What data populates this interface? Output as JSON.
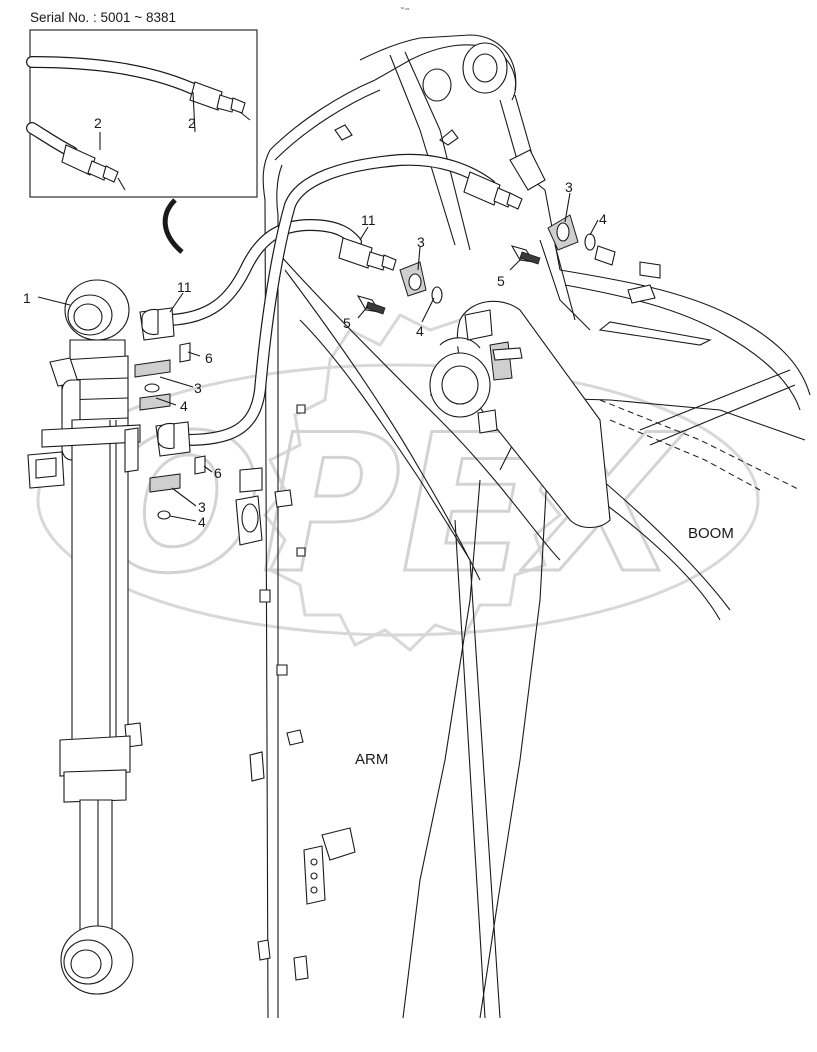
{
  "inset": {
    "serial_label": "Serial No. : 5001 ~ 8381",
    "callouts": [
      "2",
      "2"
    ]
  },
  "callouts": {
    "p1": "1",
    "p11_top": "11",
    "p11_left": "11",
    "p3_right": "3",
    "p3_mid": "3",
    "p3_left_a": "3",
    "p3_left_b": "3",
    "p4_right": "4",
    "p4_mid": "4",
    "p4_left_a": "4",
    "p4_left_b": "4",
    "p5_right": "5",
    "p5_mid": "5",
    "p6_a": "6",
    "p6_b": "6"
  },
  "zones": {
    "boom": "BOOM",
    "arm": "ARM"
  },
  "watermark": {
    "text": "OPEX"
  },
  "header_mark": "™ •••"
}
